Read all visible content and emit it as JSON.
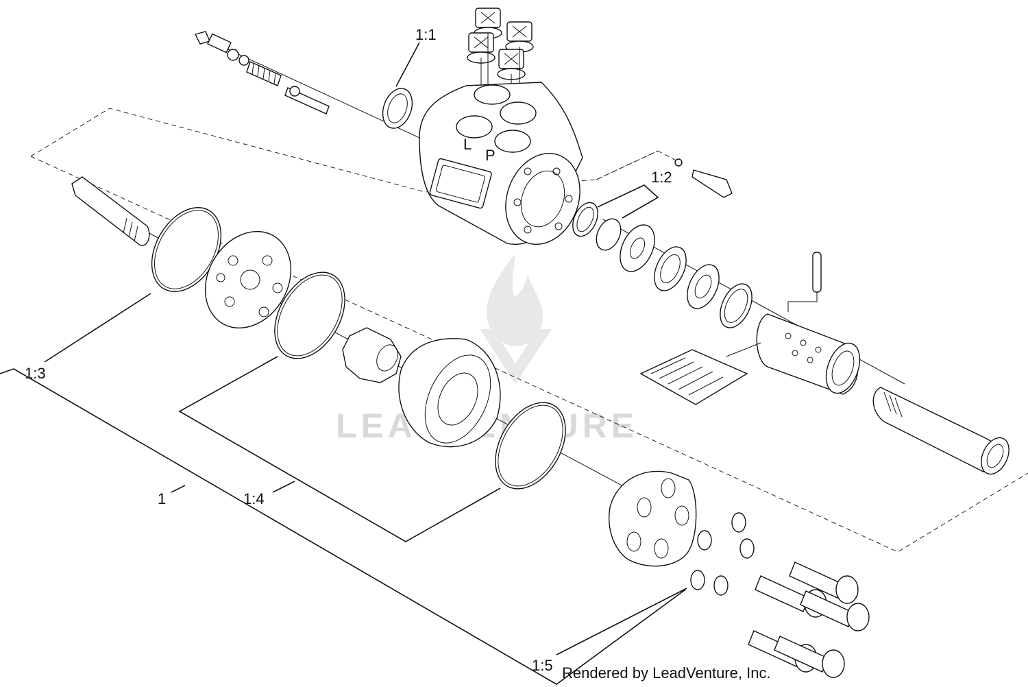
{
  "callouts": {
    "c1_1": "1:1",
    "c1_2": "1:2",
    "c1_3": "1:3",
    "c1_4": "1:4",
    "c1_5": "1:5",
    "c1": "1"
  },
  "credit": "Rendered by LeadVenture, Inc.",
  "watermark": {
    "text": "LEADVENTURE",
    "color": "#d9d9d9"
  },
  "housing_port_letters": {
    "left": "L",
    "right": "P"
  }
}
